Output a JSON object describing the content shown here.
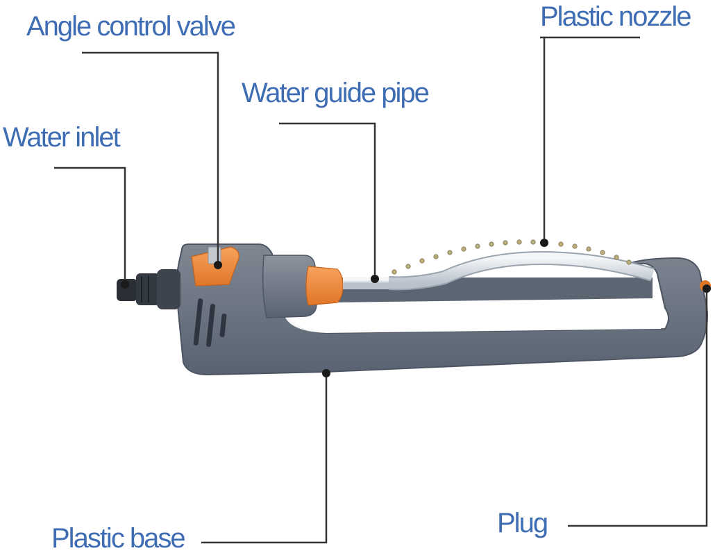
{
  "labels": {
    "angle_control_valve": "Angle control valve",
    "plastic_nozzle": "Plastic nozzle",
    "water_guide_pipe": "Water guide pipe",
    "water_inlet": "Water inlet",
    "plastic_base": "Plastic base",
    "plug": "Plug"
  },
  "colors": {
    "label_text": "#3f6db3",
    "leader_line": "#333333",
    "base_body": "#6b7480",
    "accent_orange": "#f08a3c"
  }
}
